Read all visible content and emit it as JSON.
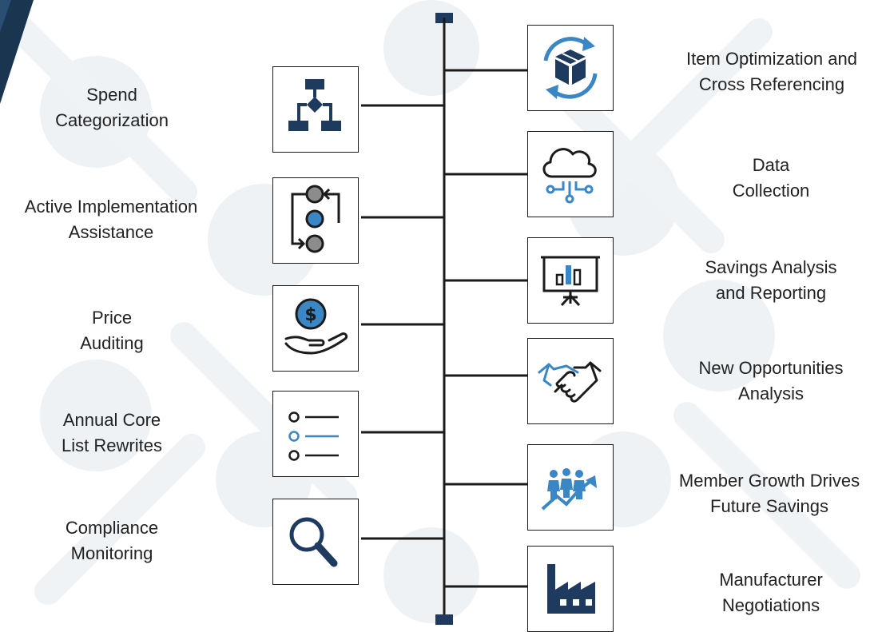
{
  "timeline": {
    "left_items": [
      {
        "line1": "Spend",
        "line2": "Categorization",
        "icon": "flowchart-icon"
      },
      {
        "line1": "Active Implementation",
        "line2": "Assistance",
        "icon": "process-cycle-icon"
      },
      {
        "line1": "Price",
        "line2": "Auditing",
        "icon": "hand-dollar-icon"
      },
      {
        "line1": "Annual Core",
        "line2": "List Rewrites",
        "icon": "checklist-icon"
      },
      {
        "line1": "Compliance",
        "line2": "Monitoring",
        "icon": "magnifier-icon"
      }
    ],
    "right_items": [
      {
        "line1": "Item Optimization and",
        "line2": "Cross Referencing",
        "icon": "box-cycle-icon"
      },
      {
        "line1": "Data",
        "line2": "Collection",
        "icon": "cloud-data-icon"
      },
      {
        "line1": "Savings Analysis",
        "line2": "and Reporting",
        "icon": "presentation-chart-icon"
      },
      {
        "line1": "New Opportunities",
        "line2": "Analysis",
        "icon": "handshake-icon"
      },
      {
        "line1": "Member Growth Drives",
        "line2": "Future Savings",
        "icon": "people-growth-icon"
      },
      {
        "line1": "Manufacturer",
        "line2": "Negotiations",
        "icon": "factory-icon"
      }
    ]
  },
  "colors": {
    "accent_blue": "#3b86c4",
    "navy": "#1e3a5f",
    "line": "#1b1b1b",
    "watermark": "#eef1f4",
    "corner_dark": "#1a3550"
  }
}
